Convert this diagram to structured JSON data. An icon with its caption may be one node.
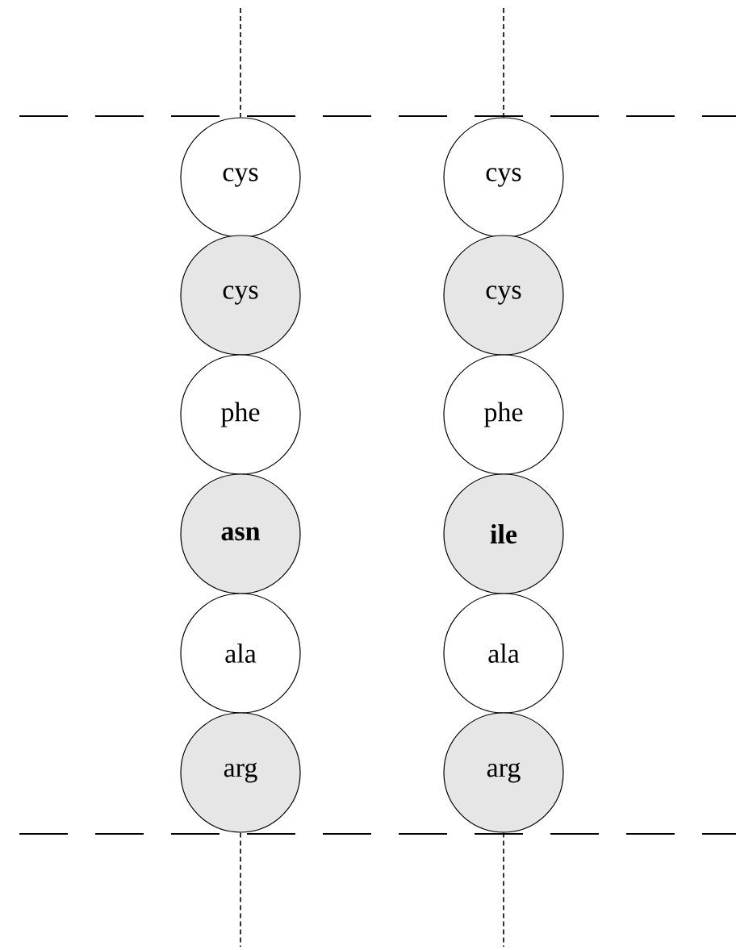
{
  "diagram": {
    "nodes": [
      {
        "text": [
          "cys"
        ]
      },
      {
        "text": [
          "cys"
        ]
      },
      {
        "text": [
          "phe"
        ]
      },
      {
        "text": [
          "asn"
        ]
      },
      {
        "text": [
          "ala"
        ]
      },
      {
        "text": [
          "arg"
        ]
      },
      {
        "text": [
          "cys"
        ]
      },
      {
        "text": [
          "cys"
        ]
      },
      {
        "text": [
          "phe"
        ]
      },
      {
        "text": [
          "ile"
        ]
      },
      {
        "text": [
          "ala"
        ]
      },
      {
        "text": [
          "arg"
        ]
      }
    ],
    "edges": [
      {
        "from": null,
        "to": 0,
        "arrow": "none",
        "style": "dashed"
      },
      {
        "from": 5,
        "to": null,
        "arrow": "none",
        "style": "dashed"
      },
      {
        "from": null,
        "to": 6,
        "arrow": "none",
        "style": "dashed"
      },
      {
        "from": 11,
        "to": null,
        "arrow": "none",
        "style": "dashed"
      }
    ]
  }
}
